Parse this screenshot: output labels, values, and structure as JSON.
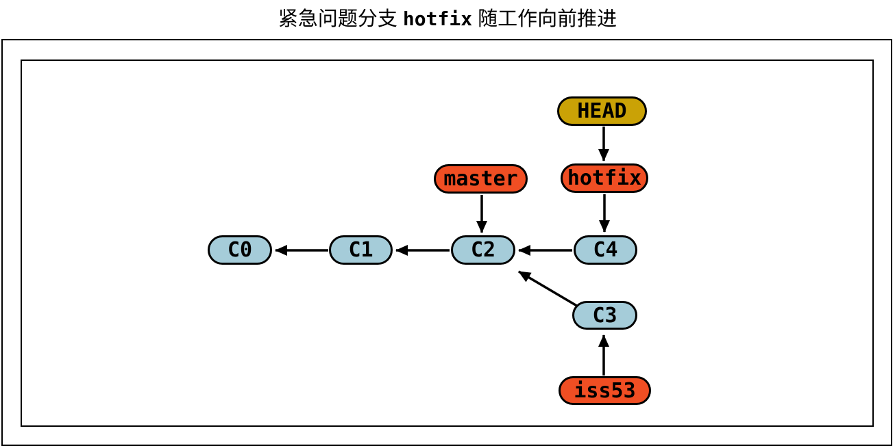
{
  "title": {
    "prefix": "紧急问题分支",
    "code": "hotfix",
    "suffix": "随工作向前推进"
  },
  "colors": {
    "commit": "#a5ccd9",
    "branch": "#f04e23",
    "head": "#caa206",
    "line": "#000000",
    "background": "#ffffff"
  },
  "nodes": {
    "head": {
      "label": "HEAD",
      "type": "head-pointer"
    },
    "hotfix": {
      "label": "hotfix",
      "type": "branch"
    },
    "master": {
      "label": "master",
      "type": "branch"
    },
    "iss53": {
      "label": "iss53",
      "type": "branch"
    },
    "c0": {
      "label": "C0",
      "type": "commit"
    },
    "c1": {
      "label": "C1",
      "type": "commit"
    },
    "c2": {
      "label": "C2",
      "type": "commit"
    },
    "c3": {
      "label": "C3",
      "type": "commit"
    },
    "c4": {
      "label": "C4",
      "type": "commit"
    }
  },
  "edges": [
    {
      "from": "HEAD",
      "to": "hotfix"
    },
    {
      "from": "hotfix",
      "to": "C4"
    },
    {
      "from": "master",
      "to": "C2"
    },
    {
      "from": "C4",
      "to": "C2"
    },
    {
      "from": "C2",
      "to": "C1"
    },
    {
      "from": "C1",
      "to": "C0"
    },
    {
      "from": "C3",
      "to": "C2"
    },
    {
      "from": "iss53",
      "to": "C3"
    }
  ]
}
